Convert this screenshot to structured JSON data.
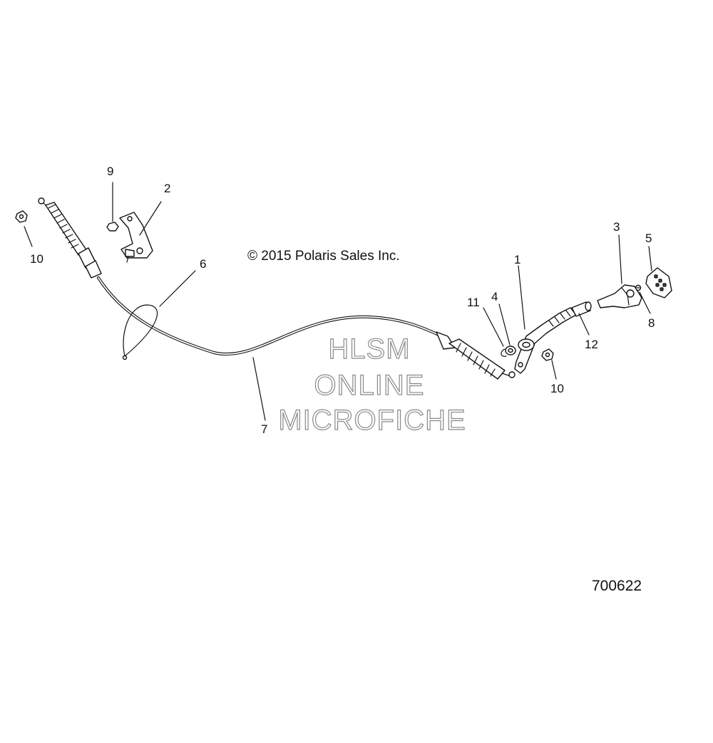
{
  "copyright": "© 2015 Polaris Sales Inc.",
  "figure_number": "700622",
  "watermark": {
    "line1": "HLSM",
    "line2": "ONLINE",
    "line3": "MICROFICHE"
  },
  "callouts": {
    "c1": "1",
    "c2": "2",
    "c3": "3",
    "c4": "4",
    "c5": "5",
    "c6": "6",
    "c7": "7",
    "c8": "8",
    "c9": "9",
    "c10a": "10",
    "c10b": "10",
    "c11": "11",
    "c12": "12"
  }
}
